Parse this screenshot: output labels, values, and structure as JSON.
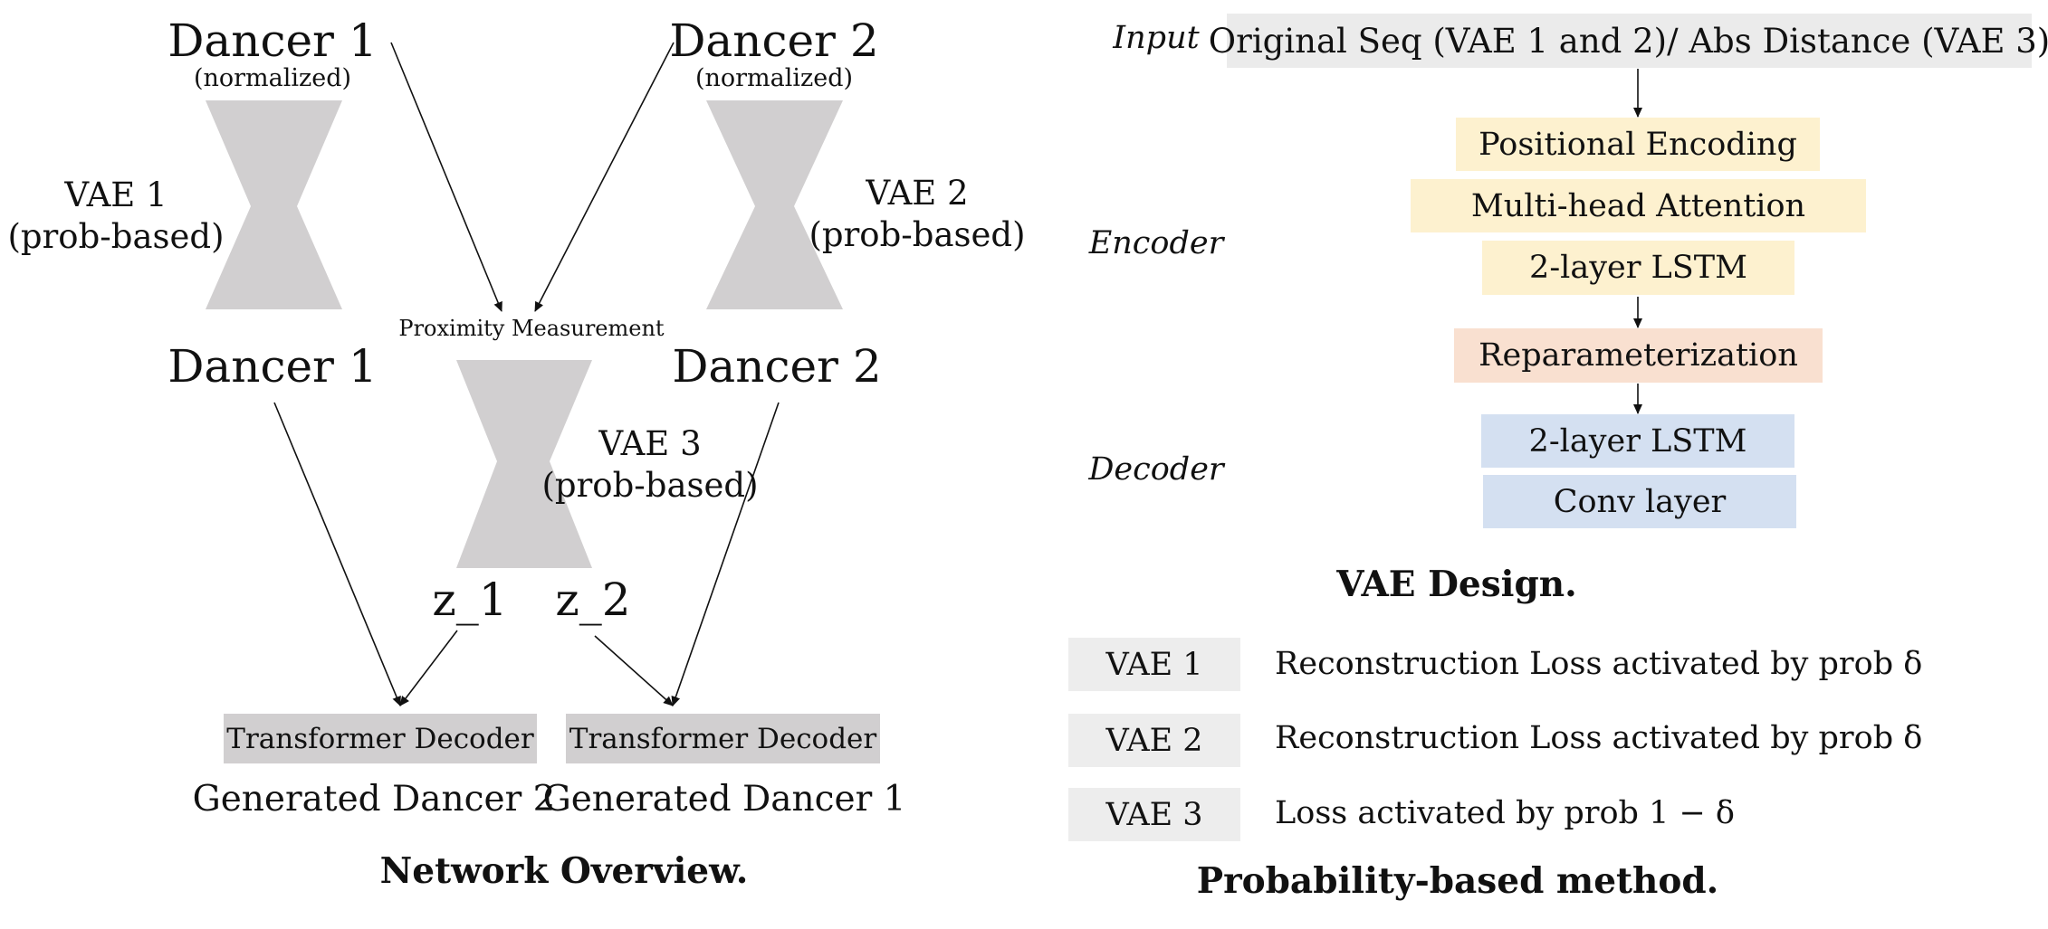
{
  "overview": {
    "dancer1_top": "Dancer 1",
    "dancer1_top_note": "(normalized)",
    "dancer2_top": "Dancer 2",
    "dancer2_top_note": "(normalized)",
    "vae1_name": "VAE 1",
    "vae1_type": "(prob-based)",
    "vae2_name": "VAE 2",
    "vae2_type": "(prob-based)",
    "proximity": "Proximity Measurement",
    "dancer1_mid": "Dancer 1",
    "dancer2_mid": "Dancer 2",
    "vae3_name": "VAE 3",
    "vae3_type": "(prob-based)",
    "z1": "z_1",
    "z2": "z_2",
    "decoder_left": "Transformer Decoder",
    "decoder_right": "Transformer Decoder",
    "generated_left": "Generated Dancer 2",
    "generated_right": "Generated Dancer 1",
    "caption": "Network Overview."
  },
  "vae_design": {
    "input_label": "Input",
    "input_box": "Original Seq (VAE 1 and 2)/ Abs Distance (VAE 3)",
    "encoder_label": "Encoder",
    "decoder_label": "Decoder",
    "positional_encoding": "Positional Encoding",
    "multihead_attention": "Multi-head Attention",
    "lstm_encoder": "2-layer LSTM",
    "reparameterization": "Reparameterization",
    "lstm_decoder": "2-layer LSTM",
    "conv_layer": "Conv layer",
    "caption": "VAE Design."
  },
  "prob_method": {
    "rows": [
      {
        "name": "VAE 1",
        "text": "Reconstruction Loss activated by prob δ"
      },
      {
        "name": "VAE 2",
        "text": "Reconstruction Loss activated by prob δ"
      },
      {
        "name": "VAE 3",
        "text": "Loss activated by prob 1 − δ"
      }
    ],
    "caption": "Probability-based method."
  },
  "colors": {
    "hourglass": "#d1cfd0",
    "decoder_box": "#d1cfd0",
    "input_box": "#ebebeb",
    "encoder_box": "#fdf1cf",
    "reparam_box": "#f9e0d0",
    "decoder_stage_box": "#d4e0f1",
    "legend_box": "#ededed"
  }
}
